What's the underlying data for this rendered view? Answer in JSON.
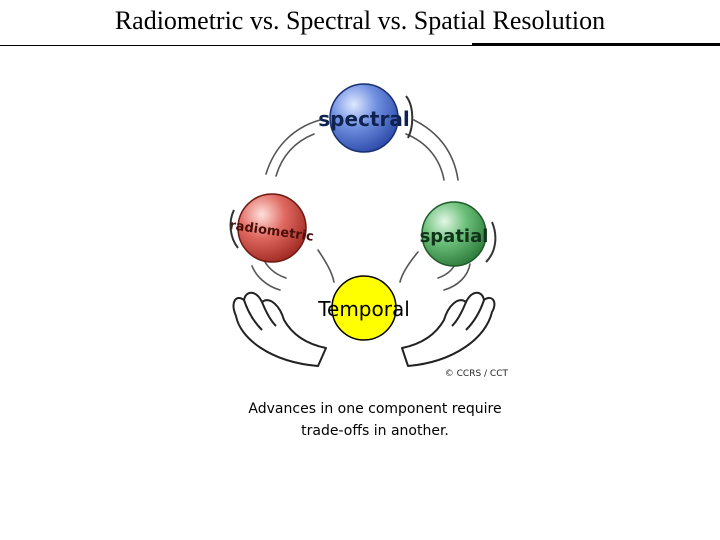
{
  "title": "Radiometric vs. Spectral vs. Spatial Resolution",
  "diagram": {
    "balls": {
      "spectral": "spectral",
      "radiometric": "radiometric",
      "spatial": "spatial"
    },
    "center_label": "Temporal",
    "credit": "© CCRS / CCT",
    "colors": {
      "spectral": "#5b7fd6",
      "radiometric": "#d9534f",
      "spatial": "#5cb86a",
      "temporal": "#ffff00"
    }
  },
  "caption": {
    "line1": "Advances in one component require",
    "line2": "trade-offs in another."
  }
}
